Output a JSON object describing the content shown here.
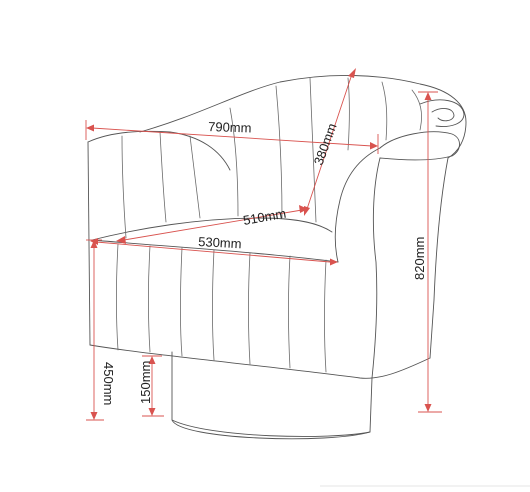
{
  "dimensions": {
    "overall_width": "790mm",
    "back_depth": "380mm",
    "seat_depth": "510mm",
    "seat_width": "530mm",
    "overall_height": "820mm",
    "seat_height": "450mm",
    "base_height": "150mm"
  },
  "colors": {
    "outline": "#555555",
    "dimension": "#d9534f",
    "label": "#222222"
  }
}
